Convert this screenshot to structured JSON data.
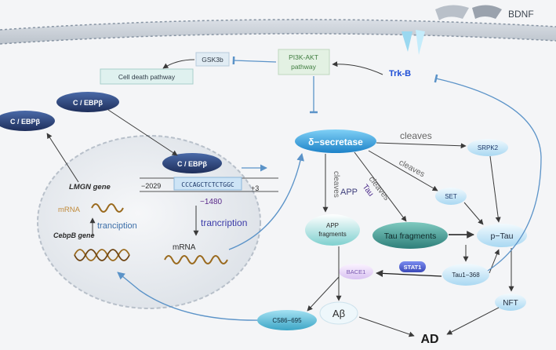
{
  "receptor_ligand": {
    "bdnf": "BDNF",
    "trkb": "Trk-B"
  },
  "pathway": {
    "pi3k_akt": [
      "PI3K-AKT",
      "pathway"
    ],
    "gsk3b": "GSK3b",
    "cell_death": "Cell death pathway"
  },
  "nucleus": {
    "cebpb_top": "C / EBPβ",
    "cebpb_left": "C / EBPβ",
    "cebpb_bound": "C / EBPβ",
    "sequence": "CCCAGCTCTCTGGC",
    "pos_start": "−2029",
    "pos_end": "+3",
    "pos_mid": "−1480",
    "lmgn_gene": "LMGN gene",
    "mrna_left": "mRNA",
    "mrna_bottom": "mRNA",
    "transcription_left": "tranciption",
    "transcription_right": "trancription",
    "cebpb_gene": "CebpB gene"
  },
  "secretase": {
    "name": "δ−secretase",
    "cleaves_srpk2": "cleaves",
    "cleaves_set": "cleaves",
    "cleaves_tau": "cleaves",
    "cleaves_app": "cleaves",
    "app_label": "APP",
    "tau_label": "Tau"
  },
  "nodes": {
    "srpk2": "SRPK2",
    "set": "SET",
    "app_fragments": [
      "APP",
      "fragments"
    ],
    "tau_fragments": "Tau fragments",
    "ptau": "p−Tau",
    "stat1": "STAT1",
    "bace1": "BACE1",
    "tau1_368": "Tau1−368",
    "nft": "NFT",
    "c586": "C586−695",
    "abeta": "Aβ",
    "ad": "AD"
  },
  "colors": {
    "membrane": "#a9b4c0",
    "arrow_dark": "#3a3a3a",
    "arrow_blue": "#5b93c8",
    "trkb_blue": "#1f4fd6",
    "secretase_blue": "#2c8ed0",
    "teal": "#3f8f8a",
    "mrna_brown": "#9a6a1e"
  }
}
